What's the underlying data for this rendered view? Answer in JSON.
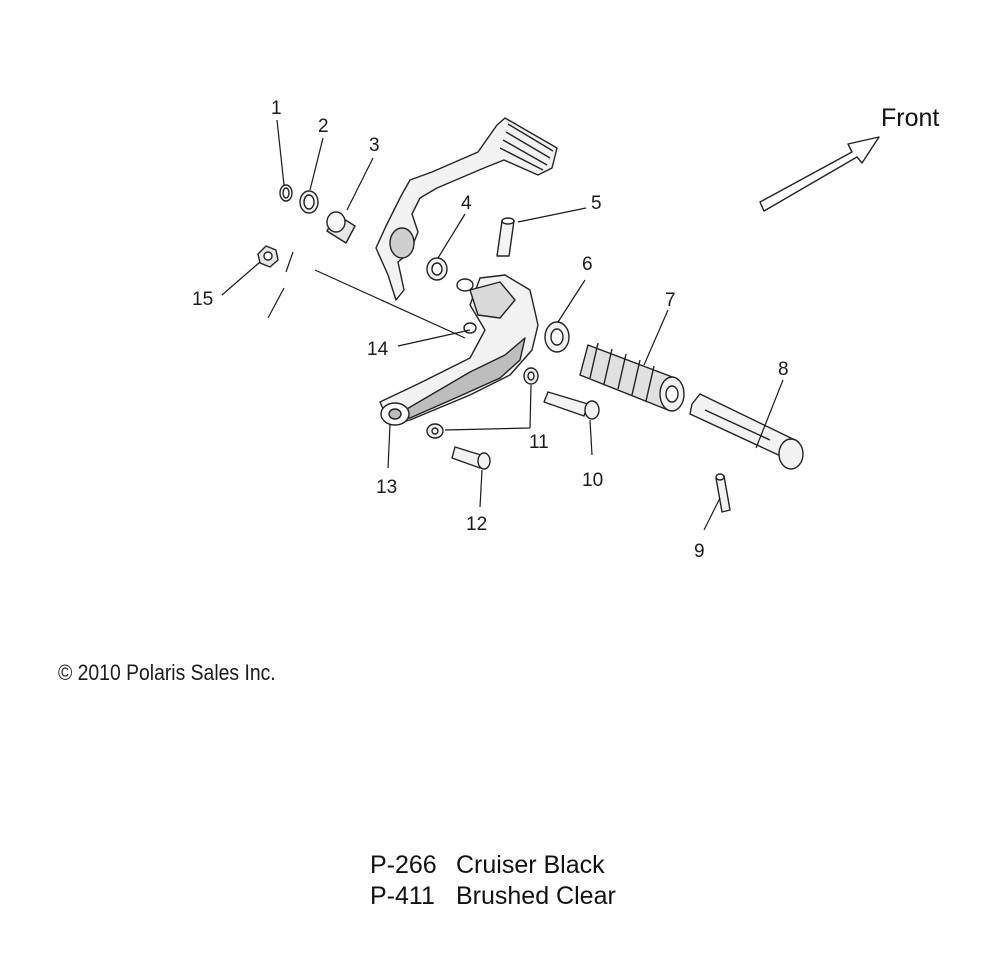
{
  "diagram": {
    "front_label": "Front",
    "callouts": [
      {
        "number": "1"
      },
      {
        "number": "2"
      },
      {
        "number": "3"
      },
      {
        "number": "4"
      },
      {
        "number": "5"
      },
      {
        "number": "6"
      },
      {
        "number": "7"
      },
      {
        "number": "8"
      },
      {
        "number": "9"
      },
      {
        "number": "10"
      },
      {
        "number": "11"
      },
      {
        "number": "12"
      },
      {
        "number": "13"
      },
      {
        "number": "14"
      },
      {
        "number": "15"
      }
    ]
  },
  "copyright": "© 2010 Polaris Sales Inc.",
  "finishes": [
    {
      "code": "P-266",
      "name": "Cruiser Black"
    },
    {
      "code": "P-411",
      "name": "Brushed Clear"
    }
  ],
  "colors": {
    "line": "#222222",
    "part_fill": "#f2f2f2",
    "part_shade": "#bdbdbd",
    "background": "#ffffff"
  }
}
